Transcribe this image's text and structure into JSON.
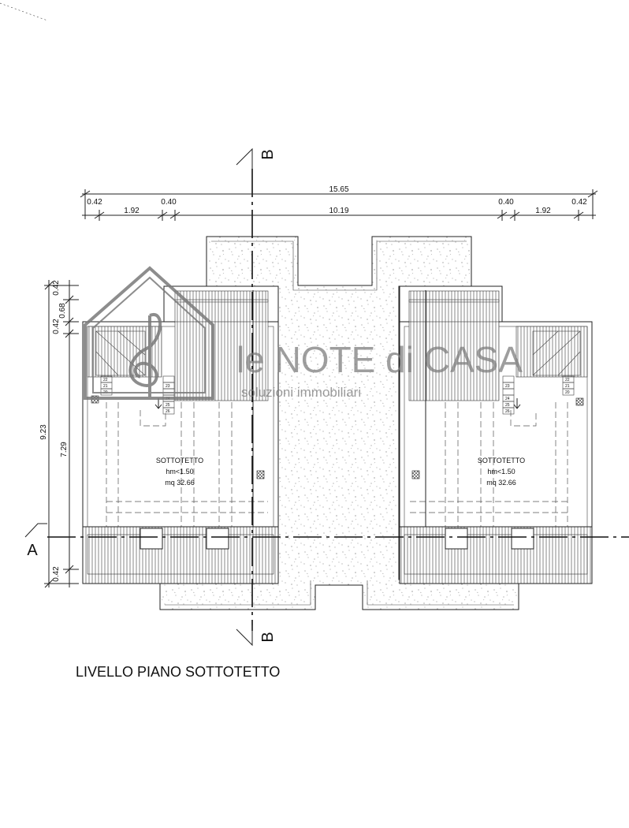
{
  "drawing": {
    "title": "LIVELLO PIANO  SOTTOTETTO",
    "section_top": "B",
    "section_bottom": "B",
    "section_left": "A"
  },
  "dimensions": {
    "top_total": "15.65",
    "top_left_outer": "0.42",
    "top_left_mid": "1.92",
    "top_left_inner": "0.40",
    "top_center": "10.19",
    "top_right_inner": "0.40",
    "top_right_mid": "1.92",
    "top_right_outer": "0.42",
    "left_top1": "0.42",
    "left_top2": "0.68",
    "left_top3": "0.42",
    "left_total": "9.23",
    "left_mid": "7.29",
    "left_bottom": "0.42"
  },
  "rooms": [
    {
      "name": "SOTTOTETTO",
      "height": "hm<1.50",
      "area": "mq 32.66"
    },
    {
      "name": "SOTTOTETTO",
      "height": "hm<1.50",
      "area": "mq 32.66"
    }
  ],
  "stairs": {
    "left_steps": [
      "22",
      "21",
      "20",
      "23",
      "24",
      "25",
      "26"
    ],
    "right_steps": [
      "22",
      "21",
      "20",
      "23",
      "24",
      "25",
      "26"
    ]
  },
  "watermark": {
    "brand": "le NOTE di CASA",
    "tagline": "soluzioni immobiliari"
  },
  "colors": {
    "line": "#222222",
    "watermark": "#7a7a7a",
    "background": "#ffffff"
  }
}
